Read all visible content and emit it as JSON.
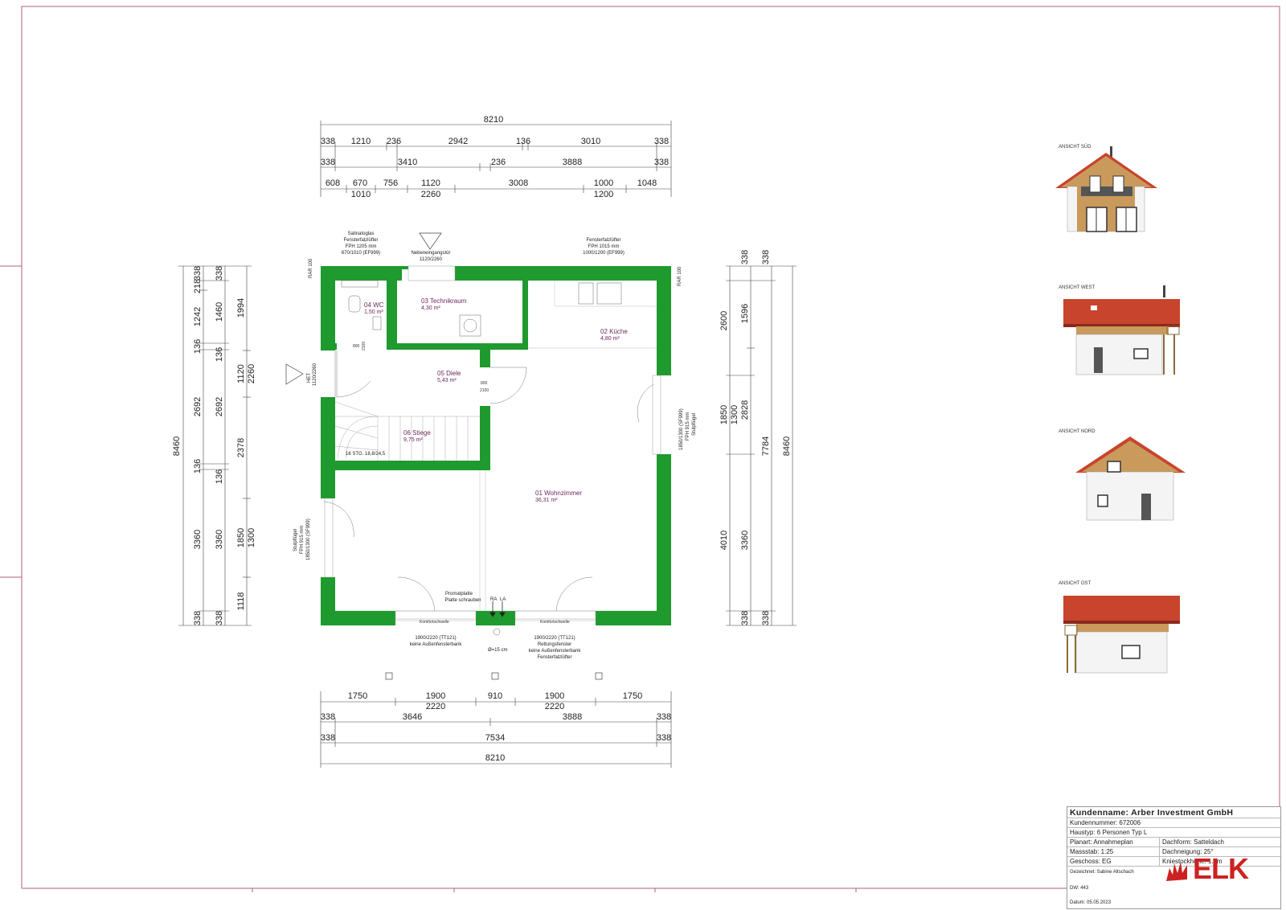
{
  "top_dims": {
    "row1": [
      "8210"
    ],
    "row2": [
      "338",
      "1210",
      "236",
      "2942",
      "136",
      "3010",
      "338"
    ],
    "row3": [
      "338",
      "3410",
      "236",
      "3888",
      "338"
    ],
    "row4": [
      "608",
      "670",
      "756",
      "1120",
      "3008",
      "1000",
      "1048"
    ],
    "row4b": [
      "1010",
      "2260",
      "1200"
    ]
  },
  "bottom_dims": {
    "row1": [
      "1750",
      "1900",
      "910",
      "1900",
      "1750"
    ],
    "row1b": [
      "2220",
      "2220"
    ],
    "row2": [
      "338",
      "3646",
      "3888",
      "338"
    ],
    "row3": [
      "338",
      "7534",
      "338"
    ],
    "row4": [
      "8210"
    ]
  },
  "left_dims": {
    "outer": "8460",
    "col1": [
      "338",
      "218",
      "1242",
      "136",
      "2692",
      "136",
      "3360",
      "338"
    ],
    "col2": [
      "338",
      "1460",
      "136",
      "2692",
      "136",
      "3360",
      "338"
    ],
    "col3": [
      "1994",
      "1120",
      "2378",
      "1850",
      "1118"
    ],
    "col4": [
      "2260",
      "1300"
    ]
  },
  "right_dims": {
    "col1": [
      "338",
      "2600",
      "1850",
      "4010",
      "338"
    ],
    "col2": [
      "1596",
      "1300",
      "3360"
    ],
    "col3": [
      "338",
      "2828",
      "338"
    ],
    "col4": [
      "7784"
    ],
    "col5": [
      "8460"
    ]
  },
  "rooms": {
    "wc": {
      "name": "04 WC",
      "area": "1,50 m²"
    },
    "technik": {
      "name": "03 Technikraum",
      "area": "4,30 m²"
    },
    "kueche": {
      "name": "02 Küche",
      "area": "4,80 m²"
    },
    "diele": {
      "name": "05 Diele",
      "area": "5,43 m²"
    },
    "stiege": {
      "name": "06 Stiege",
      "area": "9,75 m²"
    },
    "wohn": {
      "name": "01 Wohnzimmer",
      "area": "36,31 m²"
    }
  },
  "notes": {
    "satinato": [
      "Satinatoglas",
      "Fensterfalzlüfter",
      "FPH 1205 mm",
      "670/1010 (EF999)"
    ],
    "neben": [
      "Nebeneingangstür",
      "1120/2260"
    ],
    "fenster_kueche": [
      "Fensterfalzlüfter",
      "FPH 1015 mm",
      "1000/1200 (EF999)"
    ],
    "rar_left": "RAR 100",
    "rar_right": "RAR 100",
    "het": [
      "HET",
      "1120/2260"
    ],
    "stairs": "16 STG. 18,8/24,5",
    "door_800a": "800",
    "door_2100a": "2100",
    "door_800b": "800",
    "door_2100b": "2100",
    "right_window": [
      "1850/1300 (SF999)",
      "FPH 915 mm",
      "Stulpflügel"
    ],
    "left_window": [
      "Stulpflügel",
      "FPH 915 mm",
      "1850/1300 (SF999)"
    ],
    "promat": [
      "Promatplatte",
      "Platte schrauben"
    ],
    "ra": "RA",
    "la": "LA",
    "komfort_l": "Komfortschwelle",
    "komfort_r": "Komfortschwelle",
    "door_bottom_l": [
      "1900/2220 (TT121)",
      "keine Außenfensterbank"
    ],
    "door_bottom_r": [
      "1900/2220 (TT121)",
      "Rettungsfenster",
      "keine Außenfensterbank",
      "Fensterfalzlüfter"
    ],
    "diam": "Ø=15 cm"
  },
  "elevations": {
    "sued": "ANSICHT SÜD",
    "west": "ANSICHT WEST",
    "nord": "ANSICHT NORD",
    "ost": "ANSICHT OST"
  },
  "titleblock": {
    "kundenname": "Kundenname: Arber Investment GmbH",
    "kundennummer": "Kundennummer: 672006",
    "haustyp": "Haustyp: 6 Personen Typ L",
    "planart": "Planart: Annahmeplan",
    "dachform": "Dachform: Satteldach",
    "massstab": "Massstab: 1:25",
    "dachneigung": "Dachneigung: 25°",
    "geschoss": "Geschoss: EG",
    "kniestock": "Kniestockhöhe: 1.6m",
    "gezeichnet": "Gezeichnet: Sabine Altschach",
    "dw": "DW: 443",
    "datum": "Datum: 05.05.2023",
    "logo": "ELK"
  },
  "colors": {
    "wall": "#1e9a2e",
    "roof": "#c8442c",
    "wood": "#c99a5c",
    "frame": "#b0607a"
  }
}
